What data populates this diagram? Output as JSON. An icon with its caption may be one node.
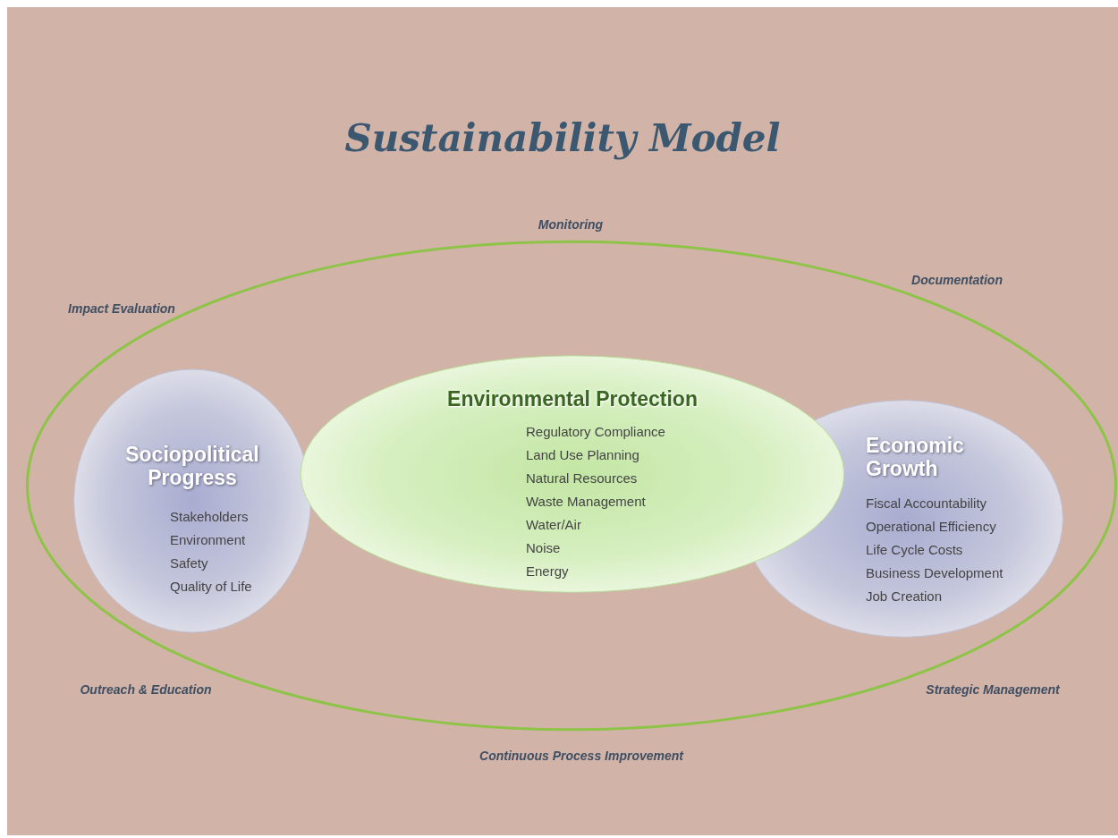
{
  "diagram": {
    "title": "Sustainability Model",
    "nodes": [
      {
        "text": [],
        "shape": "ellipse"
      },
      {
        "text": [
          "Sociopolitical Progress",
          "Stakeholders",
          "Environment",
          "Safety",
          "Quality of Life"
        ],
        "in": 0
      },
      {
        "text": [
          "Environmental Protection",
          "Regulatory Compliance",
          "Land Use Planning",
          "Natural Resources",
          "Waste Management",
          "Water/Air",
          "Noise",
          "Energy"
        ],
        "in": 0
      },
      {
        "text": [
          "Economic Growth",
          "Fiscal Accountability",
          "Operational Efficiency",
          "Life Cycle Costs",
          "Business Development",
          "Job Creation"
        ],
        "in": 0
      }
    ],
    "labels": [
      "Monitoring",
      "Impact Evaluation",
      "Documentation",
      "Outreach & Education",
      "Strategic Management",
      "Continuous Process Improvement"
    ]
  }
}
